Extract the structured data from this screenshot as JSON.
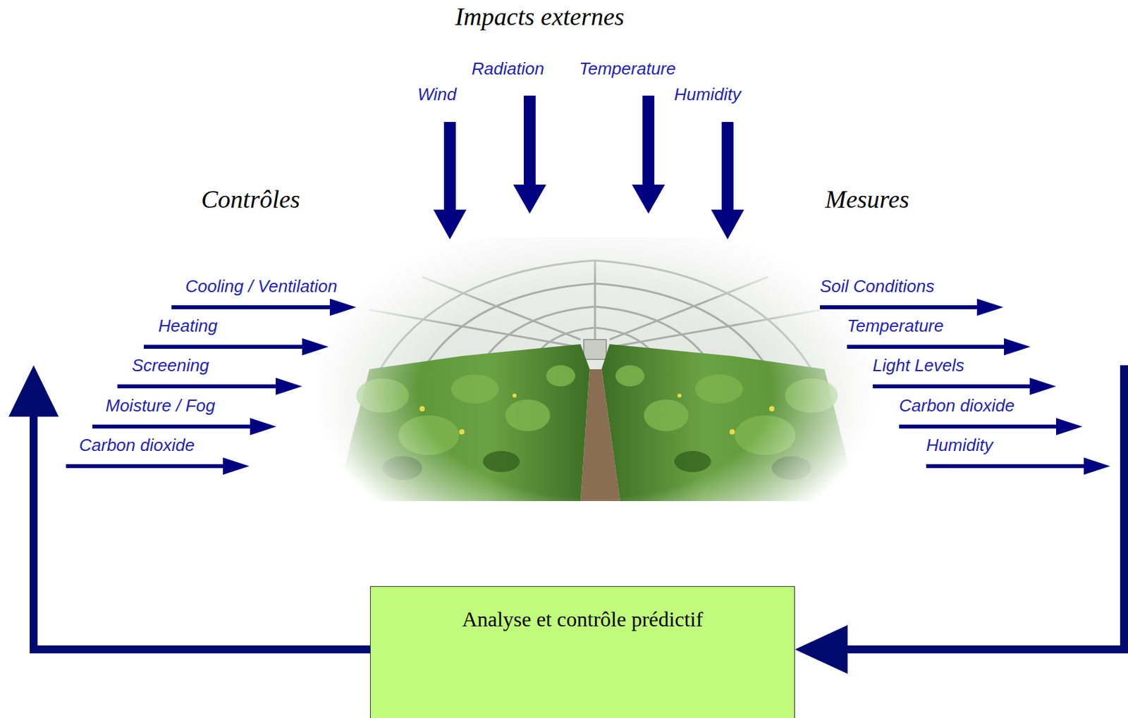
{
  "diagram": {
    "title": "Impacts externes",
    "nodes": [
      {
        "text": [
          "Analyse et contrôle prédictif"
        ]
      }
    ],
    "labels": [
      "Contrôles",
      "Mesures",
      "Wind",
      "Radiation",
      "Temperature",
      "Humidity",
      "Cooling / Ventilation",
      "Heating",
      "Screening",
      "Moisture / Fog",
      "Carbon dioxide",
      "Soil Conditions",
      "Temperature",
      "Light Levels",
      "Carbon dioxide",
      "Humidity"
    ]
  }
}
